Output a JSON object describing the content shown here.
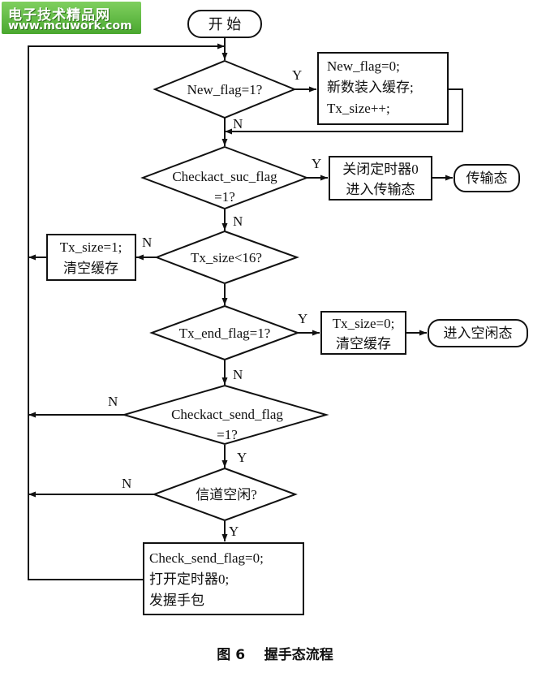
{
  "watermark": {
    "site_name": "电子技术精品网",
    "site_url": "www.mcuwork.com"
  },
  "flowchart": {
    "start": "开 始",
    "decisions": {
      "new_flag": "New_flag=1?",
      "checkact_suc": [
        "Checkact_suc_flag",
        "=1?"
      ],
      "tx_size": "Tx_size<16?",
      "tx_end": "Tx_end_flag=1?",
      "checkact_send": [
        "Checkact_send_flag",
        "=1?"
      ],
      "channel_idle": "信道空闲?"
    },
    "processes": {
      "new_data": [
        "New_flag=0;",
        "新数装入缓存;",
        "Tx_size++;"
      ],
      "close_timer": [
        "关闭定时器0",
        "进入传输态"
      ],
      "reset_size": [
        "Tx_size=1;",
        "清空缓存"
      ],
      "clear_buffer": [
        "Tx_size=0;",
        "清空缓存"
      ],
      "send_handshake": [
        "Check_send_flag=0;",
        "打开定时器0;",
        "发握手包"
      ]
    },
    "terminals": {
      "transfer_state": "传输态",
      "idle_state": "进入空闲态"
    },
    "edge_labels": {
      "yes": "Y",
      "no": "N"
    }
  },
  "caption": "图 6    握手态流程"
}
